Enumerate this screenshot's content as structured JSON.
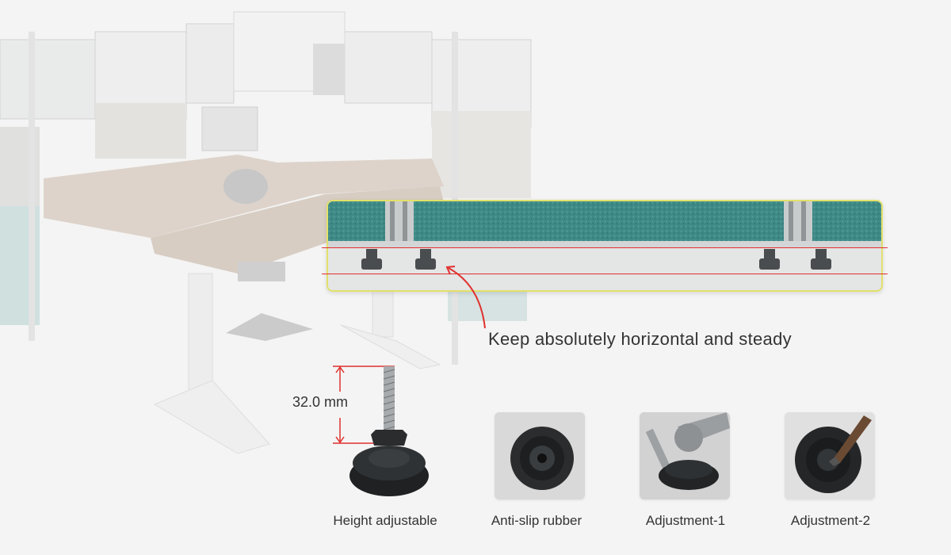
{
  "caption": "Keep absolutely horizontal and steady",
  "dimension": "32.0 mm",
  "labels": {
    "height_adjustable": "Height adjustable",
    "anti_slip": "Anti-slip rubber",
    "adjustment_1": "Adjustment-1",
    "adjustment_2": "Adjustment-2"
  },
  "colors": {
    "annotation_red": "#e0302e",
    "panel_border": "#e3e06a",
    "fabric_teal": "#3f8a86"
  }
}
